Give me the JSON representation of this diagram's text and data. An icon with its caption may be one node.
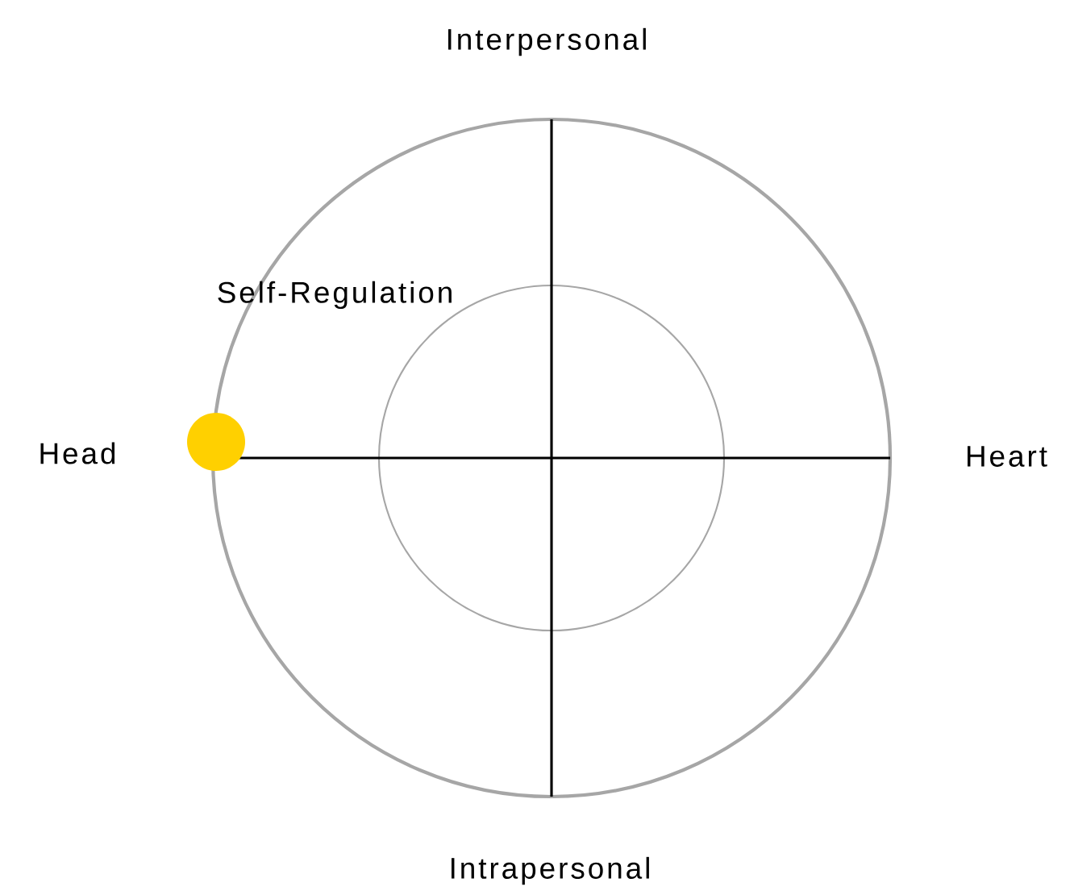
{
  "diagram": {
    "nodes": [
      {
        "text": [],
        "shape": "circle",
        "beside": [
          "Self-Regulation"
        ]
      }
    ],
    "labels": [
      "Interpersonal",
      "Head",
      "Heart",
      "Intrapersonal"
    ]
  }
}
